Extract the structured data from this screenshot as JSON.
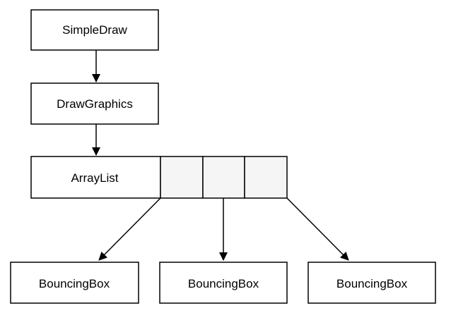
{
  "diagram": {
    "nodes": {
      "simple_draw": "SimpleDraw",
      "draw_graphics": "DrawGraphics",
      "array_list": "ArrayList",
      "bouncing_box_1": "BouncingBox",
      "bouncing_box_2": "BouncingBox",
      "bouncing_box_3": "BouncingBox"
    },
    "array_list_cells": 3,
    "edges": [
      {
        "from": "simple_draw",
        "to": "draw_graphics"
      },
      {
        "from": "draw_graphics",
        "to": "array_list"
      },
      {
        "from": "array_list.cell_1",
        "to": "bouncing_box_1"
      },
      {
        "from": "array_list.cell_2",
        "to": "bouncing_box_2"
      },
      {
        "from": "array_list.cell_3",
        "to": "bouncing_box_3"
      }
    ]
  }
}
